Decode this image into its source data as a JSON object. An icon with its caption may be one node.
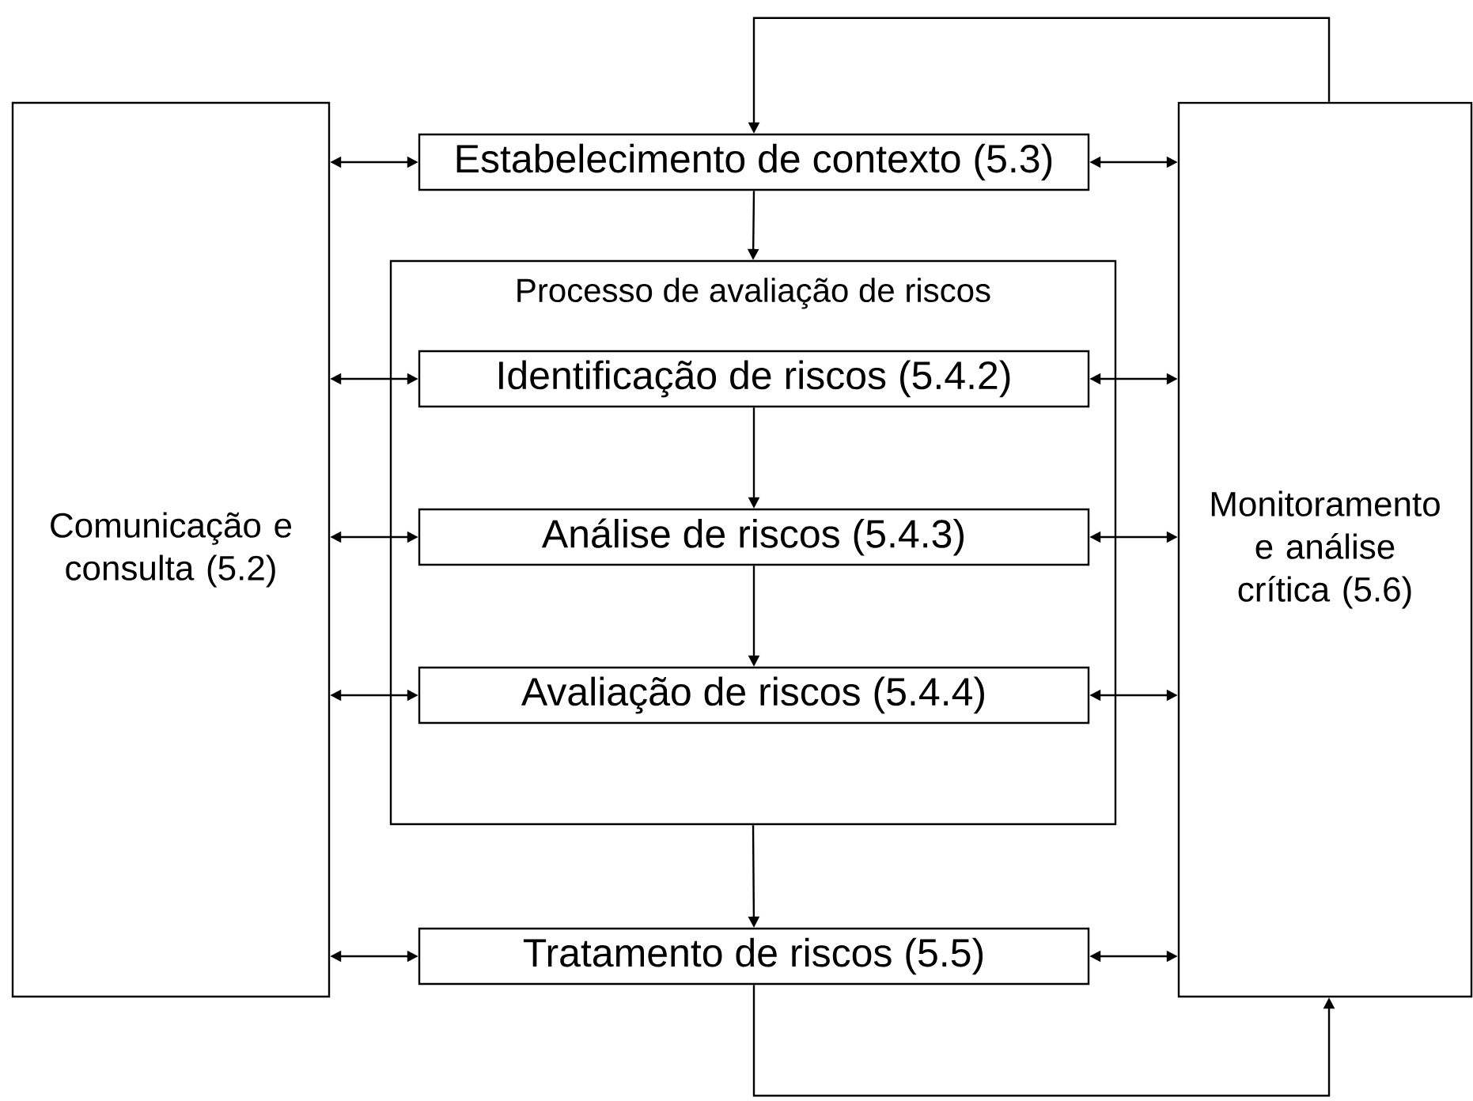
{
  "diagram": {
    "nodes": [
      {
        "text": [
          "Comunicação e consulta (5.2)"
        ]
      },
      {
        "text": [
          "Estabelecimento de contexto (5.3)"
        ]
      },
      {
        "text": [
          "Processo de avaliação de riscos"
        ]
      },
      {
        "text": [
          "Identificação de riscos (5.4.2)"
        ],
        "in": 2
      },
      {
        "text": [
          "Análise de riscos (5.4.3)"
        ],
        "in": 2
      },
      {
        "text": [
          "Avaliação de riscos (5.4.4)"
        ],
        "in": 2
      },
      {
        "text": [
          "Tratamento de riscos (5.5)"
        ]
      },
      {
        "text": [
          "Monitoramento e análise crítica (5.6)"
        ]
      }
    ],
    "edges": [
      {
        "from": 0,
        "to": 1,
        "arrow": "both"
      },
      {
        "from": 1,
        "to": 7,
        "arrow": "both"
      },
      {
        "from": 1,
        "to": 2,
        "arrow": "to"
      },
      {
        "from": 0,
        "to": 3,
        "arrow": "both"
      },
      {
        "from": 3,
        "to": 7,
        "arrow": "both"
      },
      {
        "from": 3,
        "to": 4,
        "arrow": "to"
      },
      {
        "from": 0,
        "to": 4,
        "arrow": "both"
      },
      {
        "from": 4,
        "to": 7,
        "arrow": "both"
      },
      {
        "from": 4,
        "to": 5,
        "arrow": "to"
      },
      {
        "from": 0,
        "to": 5,
        "arrow": "both"
      },
      {
        "from": 5,
        "to": 7,
        "arrow": "both"
      },
      {
        "from": 2,
        "to": 6,
        "arrow": "to"
      },
      {
        "from": 0,
        "to": 6,
        "arrow": "both"
      },
      {
        "from": 6,
        "to": 7,
        "arrow": "both"
      },
      {
        "from": 7,
        "to": 1,
        "arrow": "to"
      },
      {
        "from": 6,
        "to": 7,
        "arrow": "to"
      }
    ]
  }
}
